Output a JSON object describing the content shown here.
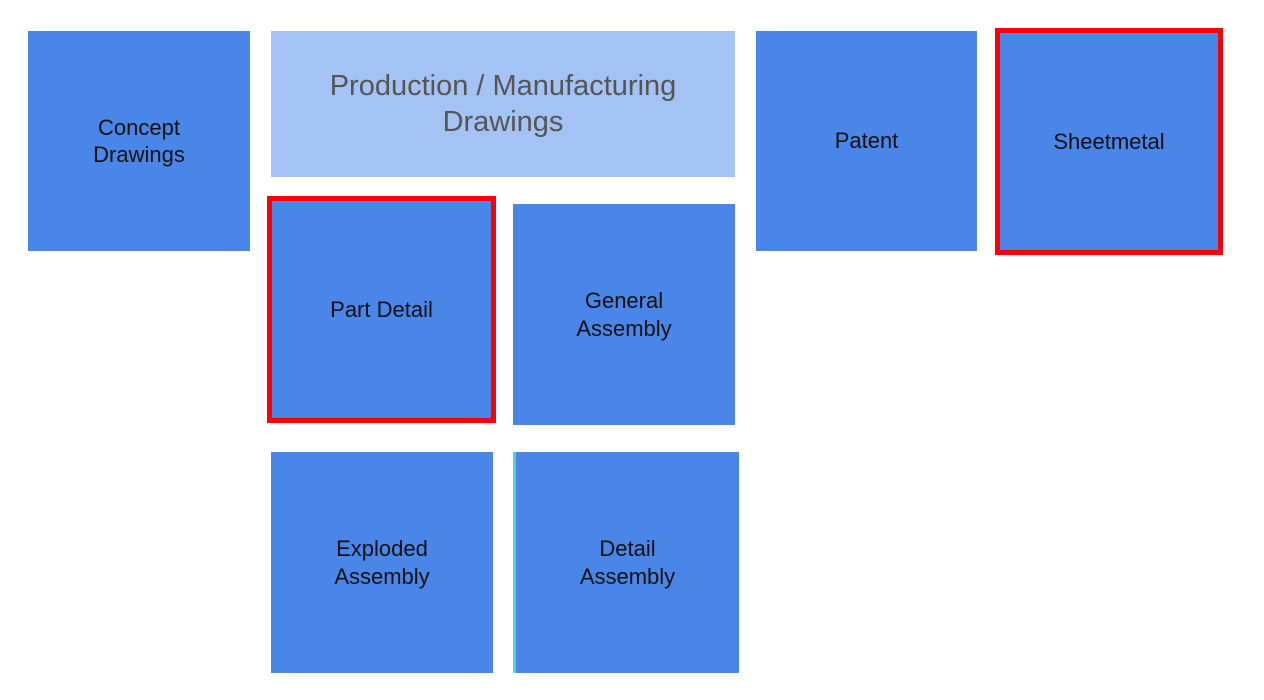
{
  "tiles": {
    "concept": "Concept\nDrawings",
    "production": "Production / Manufacturing\nDrawings",
    "patent": "Patent",
    "sheetmetal": "Sheetmetal",
    "part_detail": "Part Detail",
    "general_assembly": "General\nAssembly",
    "exploded_assembly": "Exploded\nAssembly",
    "detail_assembly": "Detail\nAssembly"
  },
  "colors": {
    "tile": "#4a86e8",
    "header_tile": "#a4c2f4",
    "highlight_border": "#ff0000"
  },
  "highlighted": [
    "part_detail",
    "sheetmetal"
  ]
}
